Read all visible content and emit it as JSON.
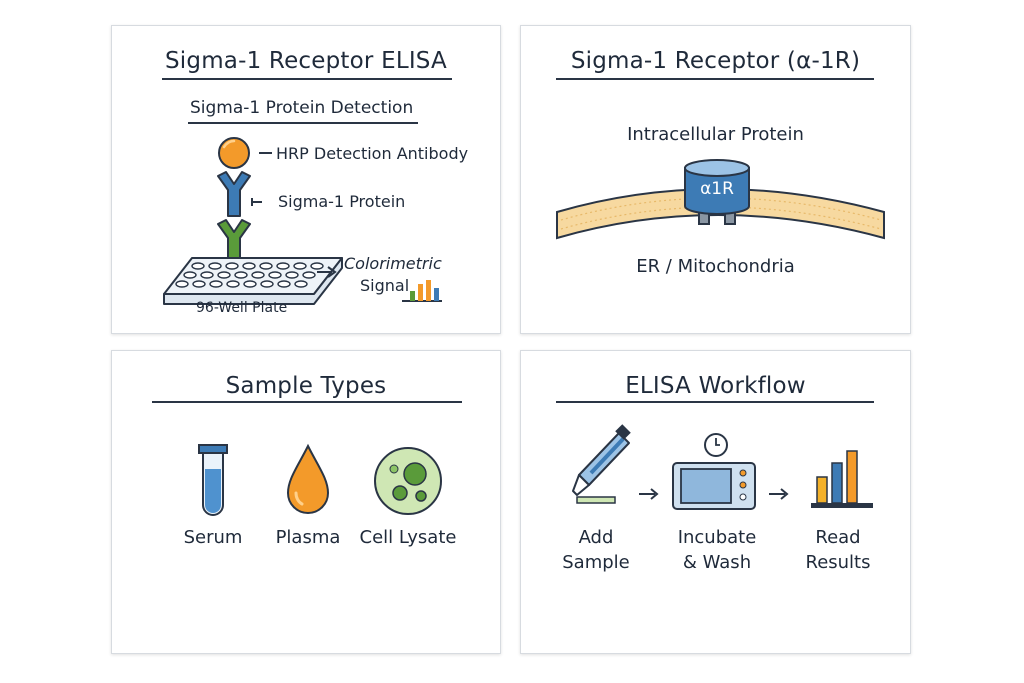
{
  "panels": {
    "elisa": {
      "title": "Sigma-1 Receptor ELISA",
      "subtitle": "Sigma-1 Protein Detection",
      "hrp_label": "HRP Detection Antibody",
      "protein_label": "Sigma-1 Protein",
      "plate_label": "96-Well Plate",
      "signal_label_line1": "Colorimetric",
      "signal_label_line2": "Signal"
    },
    "receptor": {
      "title": "Sigma-1 Receptor (α-1R)",
      "top_label": "Intracellular Protein",
      "receptor_tag": "α1R",
      "bottom_label": "ER / Mitochondria"
    },
    "samples": {
      "title": "Sample Types",
      "items": [
        {
          "label": "Serum",
          "icon": "test-tube-icon"
        },
        {
          "label": "Plasma",
          "icon": "droplet-icon"
        },
        {
          "label": "Cell Lysate",
          "icon": "cell-icon"
        }
      ]
    },
    "workflow": {
      "title": "ELISA Workflow",
      "steps": [
        {
          "line1": "Add",
          "line2": "Sample",
          "icon": "pipette-icon"
        },
        {
          "line1": "Incubate",
          "line2": "& Wash",
          "icon": "incubator-icon"
        },
        {
          "line1": "Read",
          "line2": "Results",
          "icon": "bar-chart-icon"
        }
      ]
    }
  },
  "colors": {
    "orange": "#f39a2a",
    "blue": "#3d7bb5",
    "green": "#5a9b3a",
    "membrane": "#f7d9a0",
    "outline": "#2a3545"
  }
}
